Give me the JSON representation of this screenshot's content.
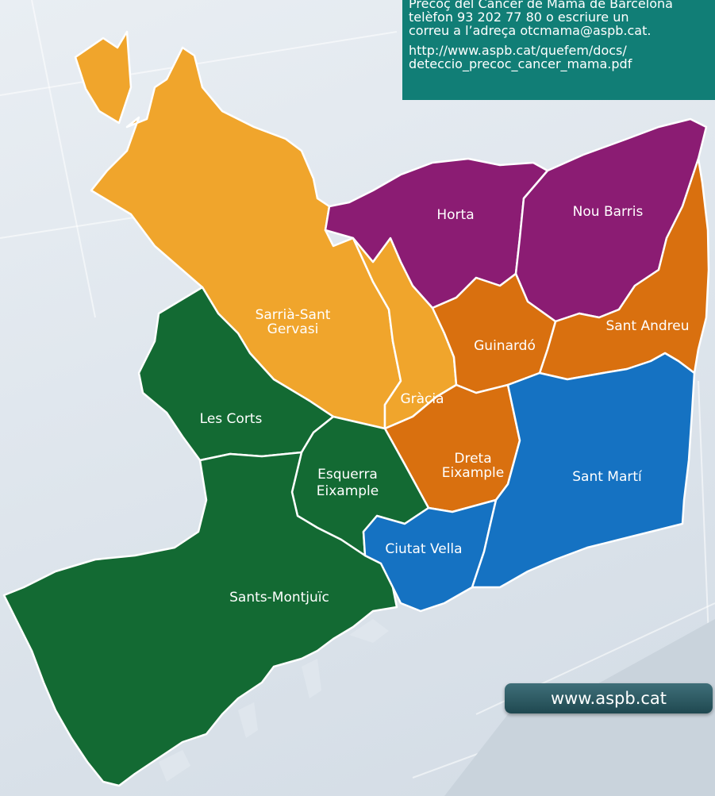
{
  "colors": {
    "info_panel": "#117e76",
    "district_orange": "#f0a52c",
    "district_purple": "#8b1c73",
    "district_dark_orange": "#d9700f",
    "district_green": "#136a33",
    "district_blue": "#1572c2",
    "site_button": "#2d5e68"
  },
  "info_panel": {
    "line1": "Precoç del Càncer de Mama de Barcelona",
    "line2": "telèfon 93 202 77 80 o escriure un",
    "line3": "correu a l’adreça otcmama@aspb.cat.",
    "url_line1": "http://www.aspb.cat/quefem/docs/",
    "url_line2": "deteccio_precoc_cancer_mama.pdf"
  },
  "districts": {
    "horta": "Horta",
    "nou_barris": "Nou Barris",
    "sarria_line1": "Sarrià-Sant",
    "sarria_line2": "Gervasi",
    "sant_andreu": "Sant Andreu",
    "guinardo": "Guinardó",
    "gracia": "Gràcia",
    "les_corts": "Les Corts",
    "dreta_line1": "Dreta",
    "dreta_line2": "Eixample",
    "esquerra_line1": "Esquerra",
    "esquerra_line2": "Eixample",
    "sant_marti": "Sant Martí",
    "ciutat_vella": "Ciutat Vella",
    "sants": "Sants-Montjuïc"
  },
  "website": "www.aspb.cat"
}
